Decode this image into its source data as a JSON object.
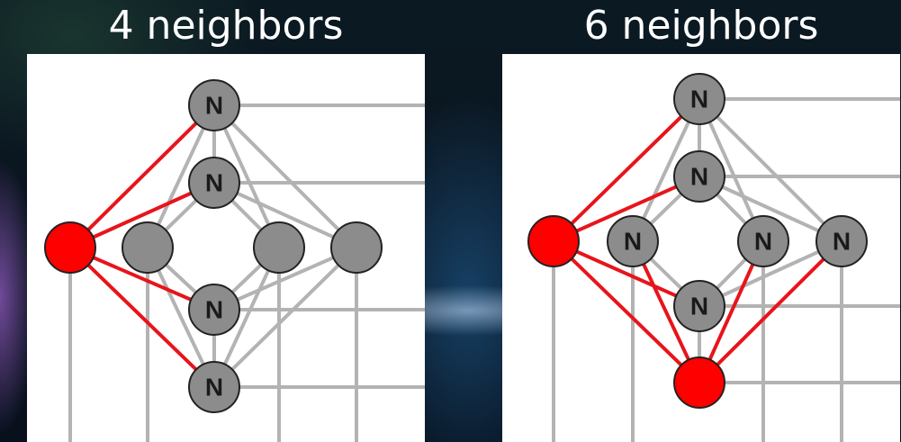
{
  "titles": {
    "left": "4 neighbors",
    "right": "6 neighbors"
  },
  "node_label": "N",
  "colors": {
    "highlight": "#ff0000",
    "node": "#8c8c8c",
    "edge": "#b3b3b3",
    "highlight_edge": "#e8141b"
  }
}
